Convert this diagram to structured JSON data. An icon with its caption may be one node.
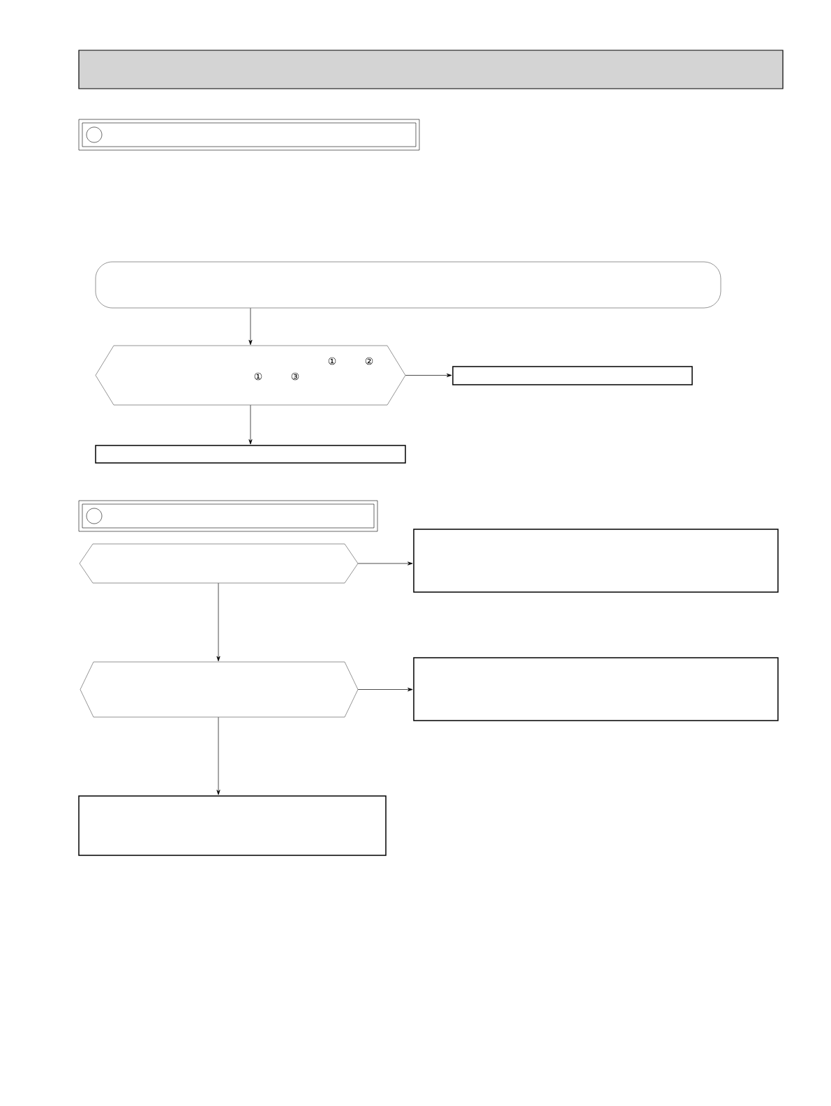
{
  "diagram": {
    "nodes": [
      {
        "text": [],
        "shape": "box"
      },
      {
        "text": [],
        "shape": "box"
      },
      {
        "text": [],
        "shape": "circle",
        "in": 1
      },
      {
        "text": [],
        "shape": "box"
      },
      {
        "text": [
          "①",
          "②",
          "①",
          "③"
        ]
      },
      {
        "text": [],
        "shape": "box"
      },
      {
        "text": [],
        "shape": "box"
      },
      {
        "text": [],
        "shape": "box"
      },
      {
        "text": [],
        "shape": "circle",
        "in": 7
      },
      {
        "text": [],
        "shape": "hexagon"
      },
      {
        "text": [],
        "shape": "box"
      },
      {
        "text": [],
        "shape": "hexagon"
      },
      {
        "text": [],
        "shape": "box"
      },
      {
        "text": [],
        "shape": "box"
      }
    ],
    "edges": [
      {
        "from": 3,
        "to": 4,
        "arrow": "to"
      },
      {
        "from": 4,
        "to": 5,
        "arrow": "to"
      },
      {
        "from": 4,
        "to": 6,
        "arrow": "to"
      },
      {
        "from": 9,
        "to": 10,
        "arrow": "to"
      },
      {
        "from": 9,
        "to": 11,
        "arrow": "to"
      },
      {
        "from": 11,
        "to": 12,
        "arrow": "to"
      },
      {
        "from": 11,
        "to": 13,
        "arrow": "to"
      }
    ]
  }
}
